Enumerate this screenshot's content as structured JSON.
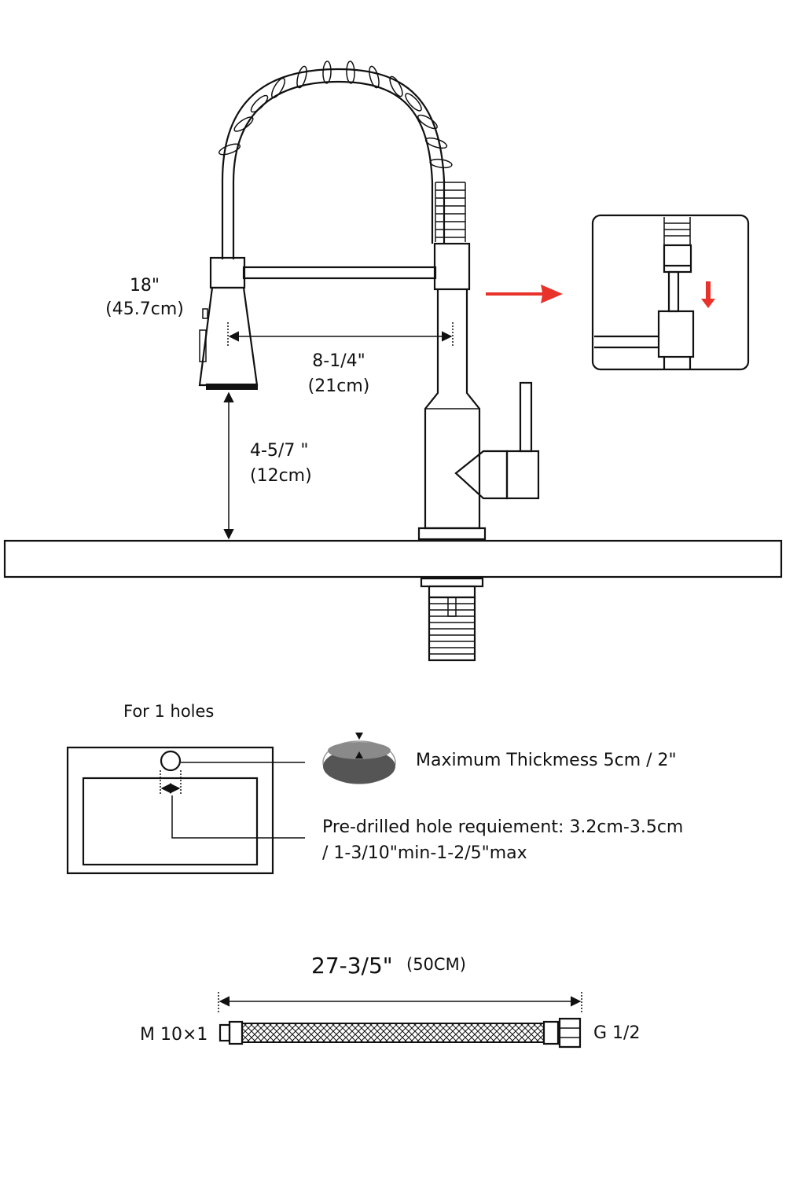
{
  "dimensions": {
    "reach": {
      "imperial": "18\"",
      "metric": "(45.7cm)"
    },
    "spout_width": {
      "imperial": "8-1/4\"",
      "metric": "(21cm)"
    },
    "clearance": {
      "imperial": "4-5/7 \"",
      "metric": "(12cm)"
    }
  },
  "installation": {
    "title": "For 1 holes",
    "max_thickness": "Maximum Thickmess 5cm / 2\"",
    "hole_requirement_line1": "Pre-drilled hole requiement: 3.2cm-3.5cm",
    "hole_requirement_line2": "/ 1-3/10\"min-1-2/5\"max"
  },
  "hose": {
    "length_imperial": "27-3/5\"",
    "length_metric": "(50CM)",
    "left_connector": "M 10×1",
    "right_connector": "G 1/2"
  },
  "colors": {
    "line": "#111111",
    "accent_arrow": "#e8322a",
    "hole_fill": "#555555"
  }
}
